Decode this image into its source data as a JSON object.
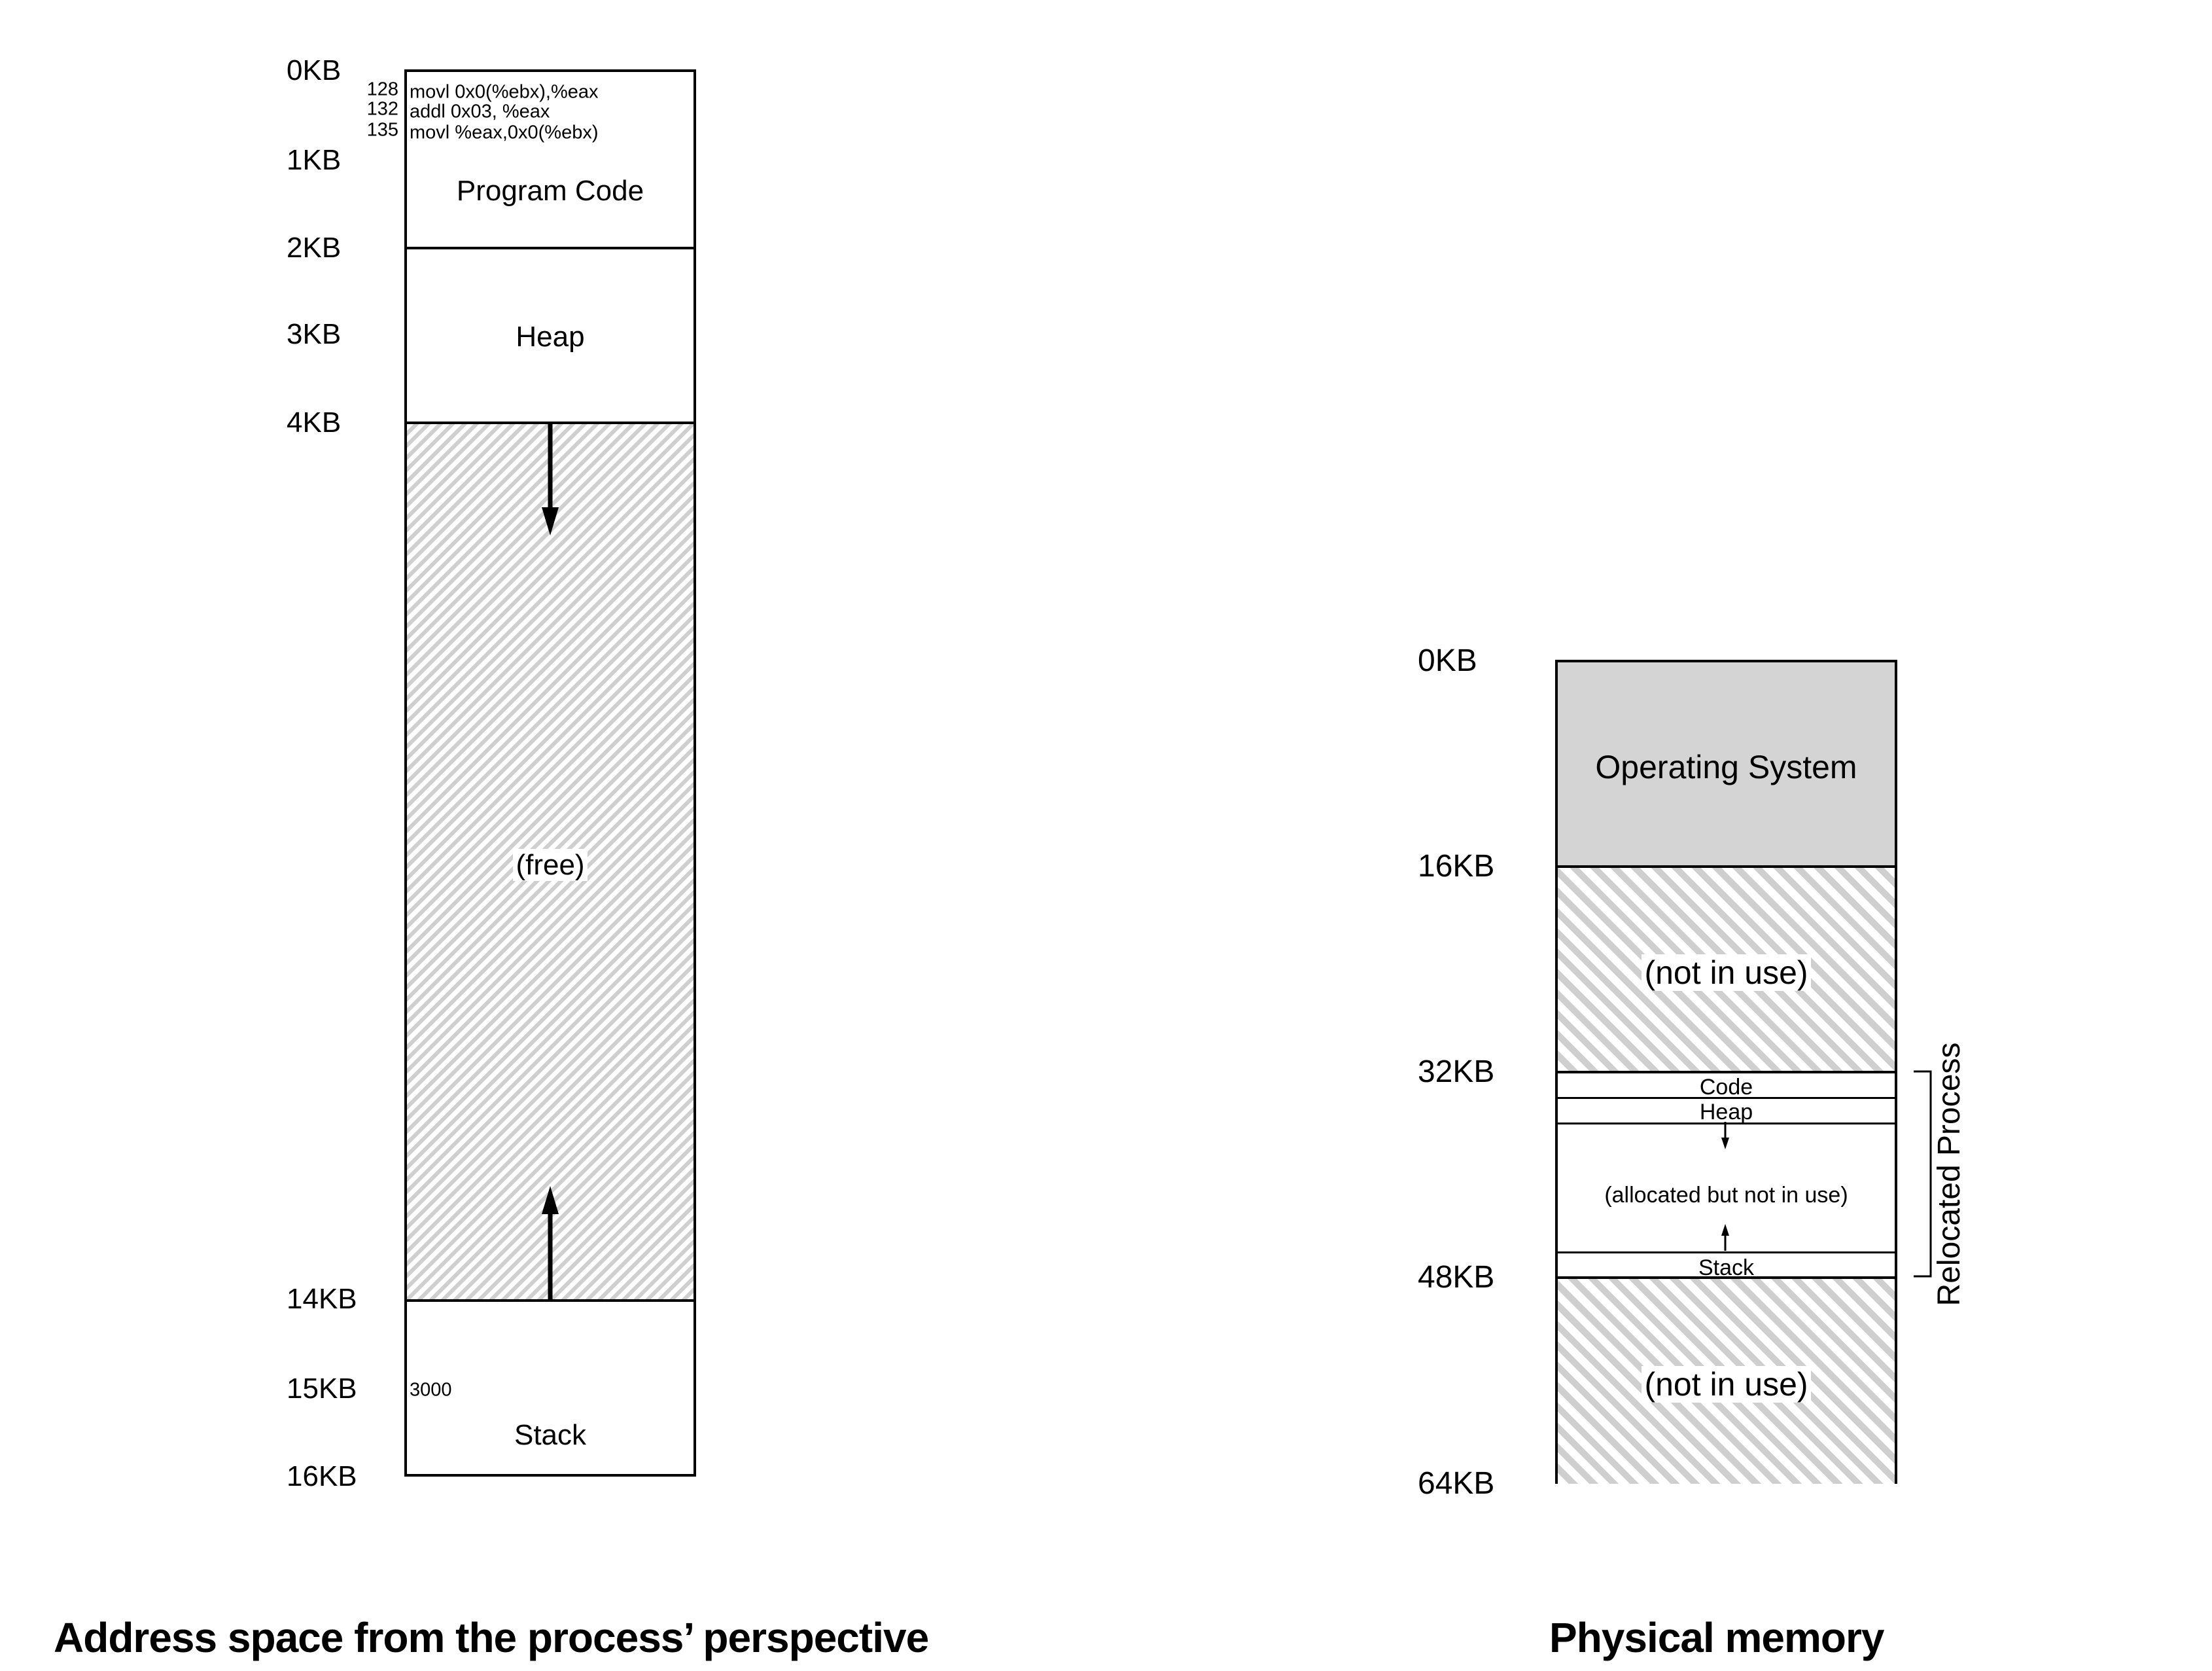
{
  "address_space": {
    "axis_labels": [
      "0KB",
      "1KB",
      "2KB",
      "3KB",
      "4KB",
      "14KB",
      "15KB",
      "16KB"
    ],
    "code_lines": [
      {
        "addr": "128",
        "instr": "movl 0x0(%ebx),%eax"
      },
      {
        "addr": "132",
        "instr": "addl 0x03, %eax"
      },
      {
        "addr": "135",
        "instr": "movl %eax,0x0(%ebx)"
      }
    ],
    "segments": {
      "program_code": "Program Code",
      "heap": "Heap",
      "free": "(free)",
      "stack": "Stack",
      "stack_value": "3000"
    },
    "caption": "Address space from the process’ perspective"
  },
  "physical_memory": {
    "axis_labels": [
      "0KB",
      "16KB",
      "32KB",
      "48KB",
      "64KB"
    ],
    "segments": {
      "os": "Operating System",
      "not_in_use_1": "(not in use)",
      "code": "Code",
      "heap": "Heap",
      "allocated": "(allocated but not in use)",
      "stack": "Stack",
      "not_in_use_2": "(not in use)"
    },
    "bracket_label": "Relocated Process",
    "caption": "Physical memory",
    "os_color": "#d4d4d4"
  }
}
